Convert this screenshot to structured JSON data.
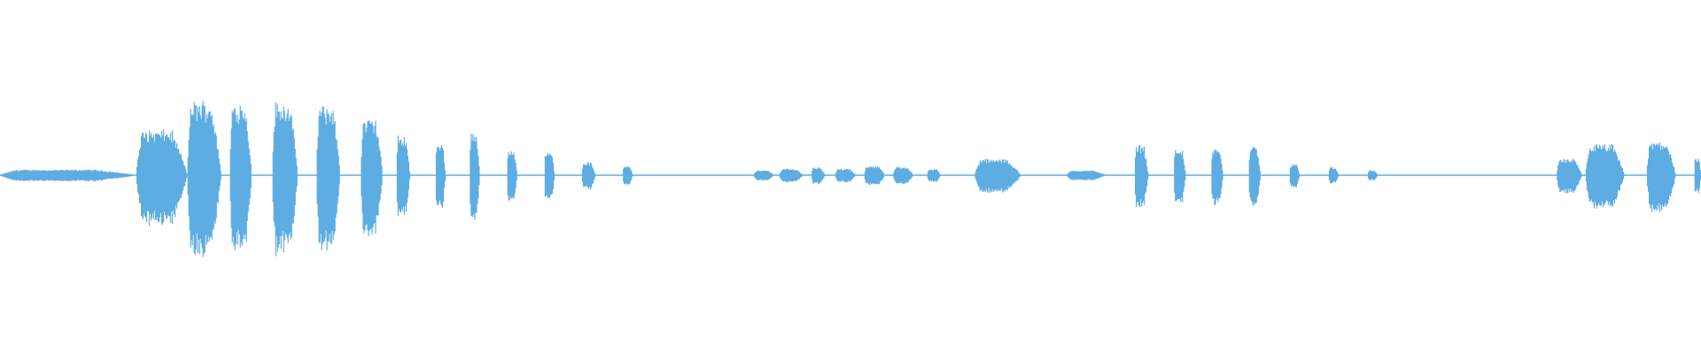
{
  "waveform": {
    "color": "#5DADE2",
    "background": "#ffffff",
    "segments": [
      {
        "start": 0.0,
        "end": 0.08,
        "amp": 0.035
      },
      {
        "start": 0.08,
        "end": 0.11,
        "amp": 0.28
      },
      {
        "start": 0.11,
        "end": 0.13,
        "amp": 0.46
      },
      {
        "start": 0.135,
        "end": 0.148,
        "amp": 0.45
      },
      {
        "start": 0.16,
        "end": 0.175,
        "amp": 0.45
      },
      {
        "start": 0.186,
        "end": 0.2,
        "amp": 0.43
      },
      {
        "start": 0.212,
        "end": 0.225,
        "amp": 0.35
      },
      {
        "start": 0.233,
        "end": 0.241,
        "amp": 0.24
      },
      {
        "start": 0.256,
        "end": 0.262,
        "amp": 0.2
      },
      {
        "start": 0.276,
        "end": 0.282,
        "amp": 0.27
      },
      {
        "start": 0.298,
        "end": 0.304,
        "amp": 0.15
      },
      {
        "start": 0.32,
        "end": 0.326,
        "amp": 0.16
      },
      {
        "start": 0.342,
        "end": 0.35,
        "amp": 0.08
      },
      {
        "start": 0.366,
        "end": 0.372,
        "amp": 0.06
      },
      {
        "start": 0.443,
        "end": 0.455,
        "amp": 0.03
      },
      {
        "start": 0.458,
        "end": 0.472,
        "amp": 0.04
      },
      {
        "start": 0.477,
        "end": 0.485,
        "amp": 0.05
      },
      {
        "start": 0.491,
        "end": 0.503,
        "amp": 0.04
      },
      {
        "start": 0.508,
        "end": 0.52,
        "amp": 0.06
      },
      {
        "start": 0.525,
        "end": 0.537,
        "amp": 0.05
      },
      {
        "start": 0.545,
        "end": 0.553,
        "amp": 0.04
      },
      {
        "start": 0.573,
        "end": 0.6,
        "amp": 0.1
      },
      {
        "start": 0.627,
        "end": 0.65,
        "amp": 0.03
      },
      {
        "start": 0.667,
        "end": 0.675,
        "amp": 0.19
      },
      {
        "start": 0.69,
        "end": 0.697,
        "amp": 0.17
      },
      {
        "start": 0.712,
        "end": 0.719,
        "amp": 0.17
      },
      {
        "start": 0.734,
        "end": 0.741,
        "amp": 0.18
      },
      {
        "start": 0.758,
        "end": 0.764,
        "amp": 0.07
      },
      {
        "start": 0.781,
        "end": 0.787,
        "amp": 0.05
      },
      {
        "start": 0.804,
        "end": 0.81,
        "amp": 0.03
      },
      {
        "start": 0.915,
        "end": 0.93,
        "amp": 0.1
      },
      {
        "start": 0.932,
        "end": 0.955,
        "amp": 0.19
      },
      {
        "start": 0.968,
        "end": 0.985,
        "amp": 0.21
      },
      {
        "start": 0.996,
        "end": 1.0,
        "amp": 0.1
      }
    ]
  }
}
